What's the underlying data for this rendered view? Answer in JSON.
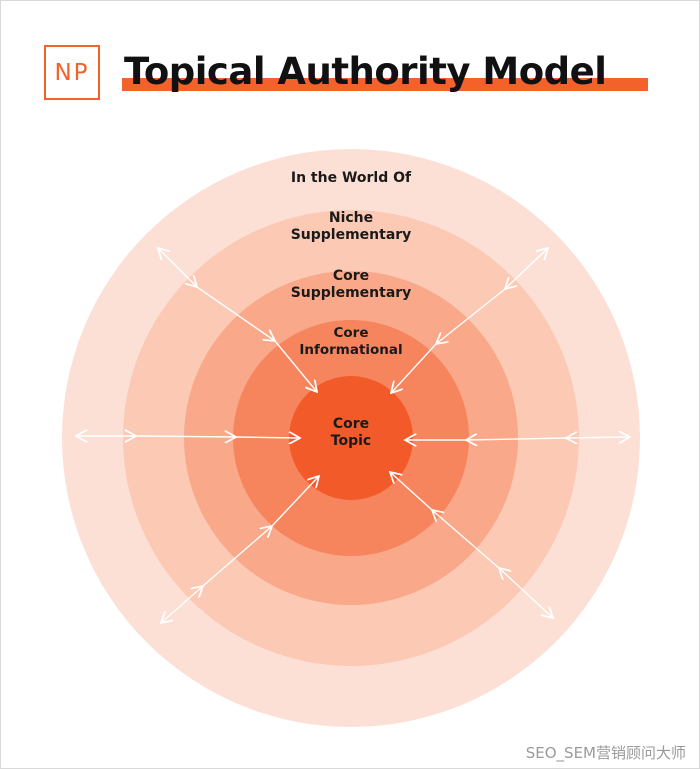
{
  "header": {
    "logo_text": "NP",
    "title": "Topical Authority Model"
  },
  "colors": {
    "accent": "#f4622c",
    "ring_outer": "#fde0d5",
    "ring_2": "#fcc9b5",
    "ring_3": "#f9a88a",
    "ring_4": "#f6855e",
    "core": "#f35a2a"
  },
  "rings": {
    "world": "In the World Of",
    "niche_line1": "Niche",
    "niche_line2": "Supplementary",
    "core_supp_line1": "Core",
    "core_supp_line2": "Supplementary",
    "core_info_line1": "Core",
    "core_info_line2": "Informational",
    "core_topic_line1": "Core",
    "core_topic_line2": "Topic"
  },
  "watermark": "SEO_SEM营销顾问大师"
}
